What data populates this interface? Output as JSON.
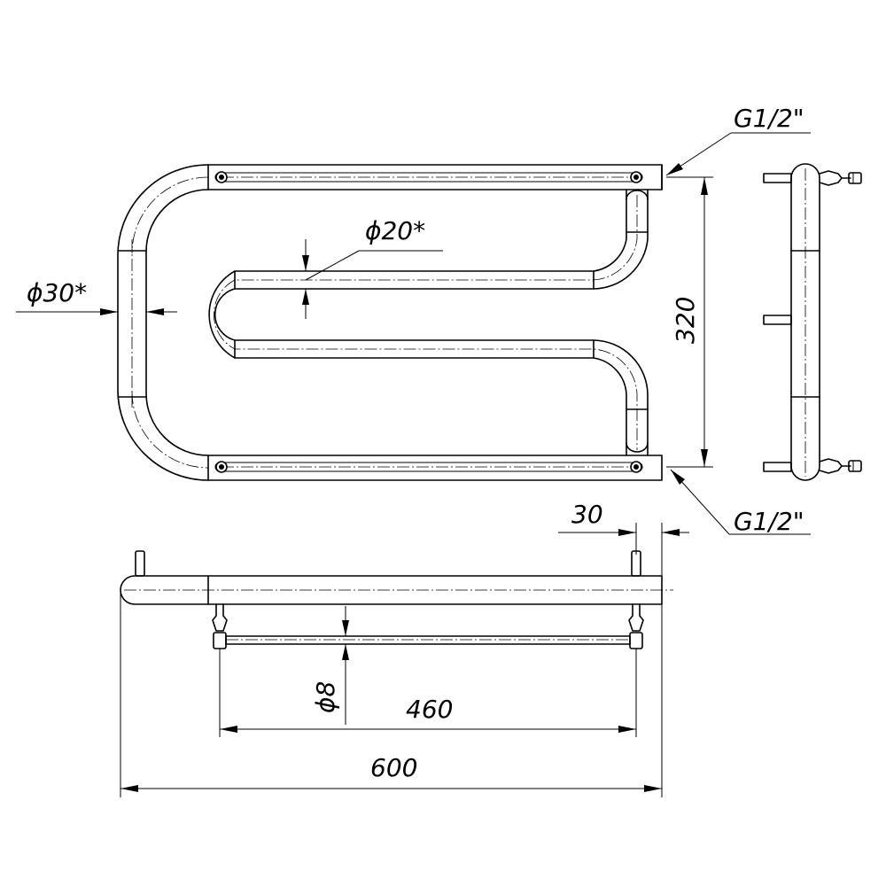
{
  "dimensions": {
    "connection_top": "G1/2\"",
    "connection_bottom": "G1/2\"",
    "pipe_diameter_main": "ϕ30*",
    "pipe_diameter_coil": "ϕ20*",
    "center_distance": "320",
    "wall_offset": "30",
    "rod_diameter": "ϕ8",
    "rod_length": "460",
    "overall_length": "600"
  }
}
